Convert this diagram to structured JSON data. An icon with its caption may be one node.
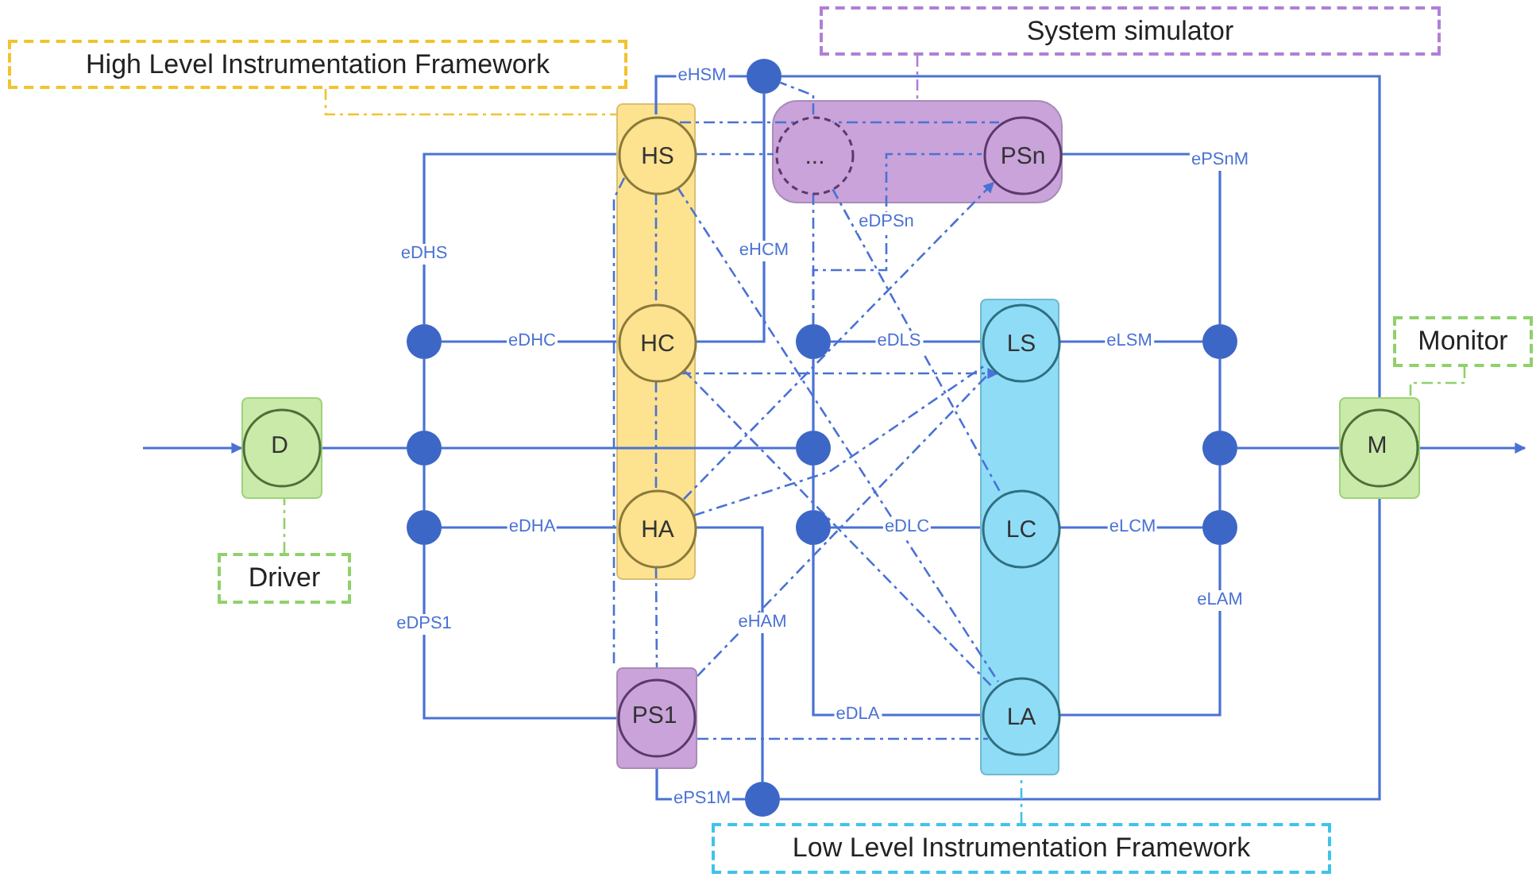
{
  "diagram": {
    "nodes": [
      {
        "text": [
          "High Level Instrumentation Framework"
        ]
      },
      {
        "text": [
          "System simulator"
        ]
      },
      {
        "text": [],
        "shape": "circle"
      },
      {
        "text": [],
        "shape": "box"
      },
      {
        "text": [
          "HS"
        ],
        "in": 3
      },
      {
        "text": [],
        "shape": "box"
      },
      {
        "text": [
          "..."
        ],
        "in": 5
      },
      {
        "text": [
          "PSn"
        ],
        "in": 5
      },
      {
        "text": [
          "Monitor"
        ]
      },
      {
        "text": [],
        "shape": "circle"
      },
      {
        "text": [
          "HC"
        ],
        "in": 3
      },
      {
        "text": [],
        "shape": "circle"
      },
      {
        "text": [],
        "shape": "box"
      },
      {
        "text": [
          "LS"
        ],
        "in": 12
      },
      {
        "text": [],
        "shape": "circle"
      },
      {
        "text": [
          "D"
        ]
      },
      {
        "text": [],
        "shape": "circle"
      },
      {
        "text": [],
        "shape": "circle"
      },
      {
        "text": [],
        "shape": "circle"
      },
      {
        "text": [
          "M"
        ]
      },
      {
        "text": [],
        "shape": "circle"
      },
      {
        "text": [
          "HA"
        ],
        "in": 3
      },
      {
        "text": [],
        "shape": "circle"
      },
      {
        "text": [
          "LC"
        ],
        "in": 12
      },
      {
        "text": [],
        "shape": "circle"
      },
      {
        "text": [
          "Driver"
        ]
      },
      {
        "text": [
          "PS1"
        ]
      },
      {
        "text": [
          "LA"
        ],
        "in": 12
      },
      {
        "text": [],
        "shape": "circle"
      },
      {
        "text": [
          "Low Level Instrumentation Framework"
        ]
      }
    ],
    "edges": [
      {
        "from": 9,
        "to": 4,
        "arrow": "none",
        "label": "eDHS"
      },
      {
        "from": 9,
        "to": 10,
        "arrow": "none",
        "label": "eDHC"
      },
      {
        "from": 9,
        "to": 16,
        "arrow": "none"
      },
      {
        "from": 16,
        "to": 20,
        "arrow": "none"
      },
      {
        "from": null,
        "to": 15,
        "arrow": "to"
      },
      {
        "from": 15,
        "to": 16,
        "arrow": "none"
      },
      {
        "from": 16,
        "to": 17,
        "arrow": "none"
      },
      {
        "from": 20,
        "to": 21,
        "arrow": "none",
        "label": "eDHA"
      },
      {
        "from": 20,
        "to": 26,
        "arrow": "none",
        "label": "eDPS1"
      },
      {
        "from": 4,
        "to": 2,
        "arrow": "none",
        "label": "eHSM"
      },
      {
        "from": 10,
        "to": 2,
        "arrow": "none",
        "label": "eHCM"
      },
      {
        "from": 2,
        "to": 19,
        "arrow": "none"
      },
      {
        "from": 21,
        "to": 28,
        "arrow": "none",
        "label": "eHAM"
      },
      {
        "from": 26,
        "to": 28,
        "arrow": "none",
        "label": "ePS1M"
      },
      {
        "from": 28,
        "to": 19,
        "arrow": "none"
      },
      {
        "from": 11,
        "to": 13,
        "arrow": "none",
        "label": "eDLS"
      },
      {
        "from": 11,
        "to": 17,
        "arrow": "none"
      },
      {
        "from": 17,
        "to": 22,
        "arrow": "none"
      },
      {
        "from": 22,
        "to": 23,
        "arrow": "none",
        "label": "eDLC"
      },
      {
        "from": 22,
        "to": 27,
        "arrow": "none",
        "label": "eDLA"
      },
      {
        "from": 7,
        "to": 14,
        "arrow": "none",
        "label": "ePSnM"
      },
      {
        "from": 13,
        "to": 14,
        "arrow": "none",
        "label": "eLSM"
      },
      {
        "from": 14,
        "to": 18,
        "arrow": "none"
      },
      {
        "from": 18,
        "to": 24,
        "arrow": "none"
      },
      {
        "from": 18,
        "to": 19,
        "arrow": "none"
      },
      {
        "from": 23,
        "to": 24,
        "arrow": "none",
        "label": "eLCM"
      },
      {
        "from": 27,
        "to": 24,
        "arrow": "none",
        "label": "eLAM"
      },
      {
        "from": 19,
        "to": null,
        "arrow": "to"
      },
      {
        "from": 11,
        "to": 6,
        "arrow": "none",
        "style": "dashed"
      },
      {
        "from": 11,
        "to": 7,
        "arrow": "none",
        "label": "eDPSn",
        "style": "dashed"
      },
      {
        "from": 4,
        "to": 7,
        "arrow": "none",
        "style": "dashed"
      },
      {
        "from": 4,
        "to": 6,
        "arrow": "none",
        "style": "dashed"
      },
      {
        "from": 4,
        "to": 10,
        "arrow": "none",
        "style": "dashed"
      },
      {
        "from": 10,
        "to": 21,
        "arrow": "none",
        "style": "dashed"
      },
      {
        "from": 21,
        "to": 26,
        "arrow": "none",
        "style": "dashed"
      },
      {
        "from": 4,
        "to": 26,
        "arrow": "none",
        "style": "dashed"
      },
      {
        "from": 10,
        "to": 13,
        "arrow": "to",
        "style": "dashed"
      },
      {
        "from": 4,
        "to": 27,
        "arrow": "none",
        "style": "dashed"
      },
      {
        "from": 10,
        "to": 27,
        "arrow": "none",
        "style": "dashed"
      },
      {
        "from": 21,
        "to": 13,
        "arrow": "none",
        "style": "dashed"
      },
      {
        "from": 21,
        "to": 7,
        "arrow": "to",
        "style": "dashed"
      },
      {
        "from": 6,
        "to": 23,
        "arrow": "none",
        "style": "dashed"
      },
      {
        "from": 26,
        "to": 13,
        "arrow": "none",
        "style": "dashed"
      },
      {
        "from": 26,
        "to": 27,
        "arrow": "none",
        "style": "dashed"
      },
      {
        "from": 6,
        "to": 2,
        "arrow": "none",
        "style": "dashed"
      },
      {
        "from": 0,
        "to": 3,
        "arrow": "none",
        "style": "dashed",
        "color": "#f2c230"
      },
      {
        "from": 1,
        "to": 5,
        "arrow": "none",
        "style": "dashed",
        "color": "#b07fd6"
      },
      {
        "from": 25,
        "to": 15,
        "arrow": "none",
        "style": "dashed",
        "color": "#8fd16a"
      },
      {
        "from": 8,
        "to": 19,
        "arrow": "none",
        "style": "dashed",
        "color": "#8fd16a"
      },
      {
        "from": 29,
        "to": 12,
        "arrow": "none",
        "style": "dashed",
        "color": "#3fc3ea"
      }
    ]
  }
}
